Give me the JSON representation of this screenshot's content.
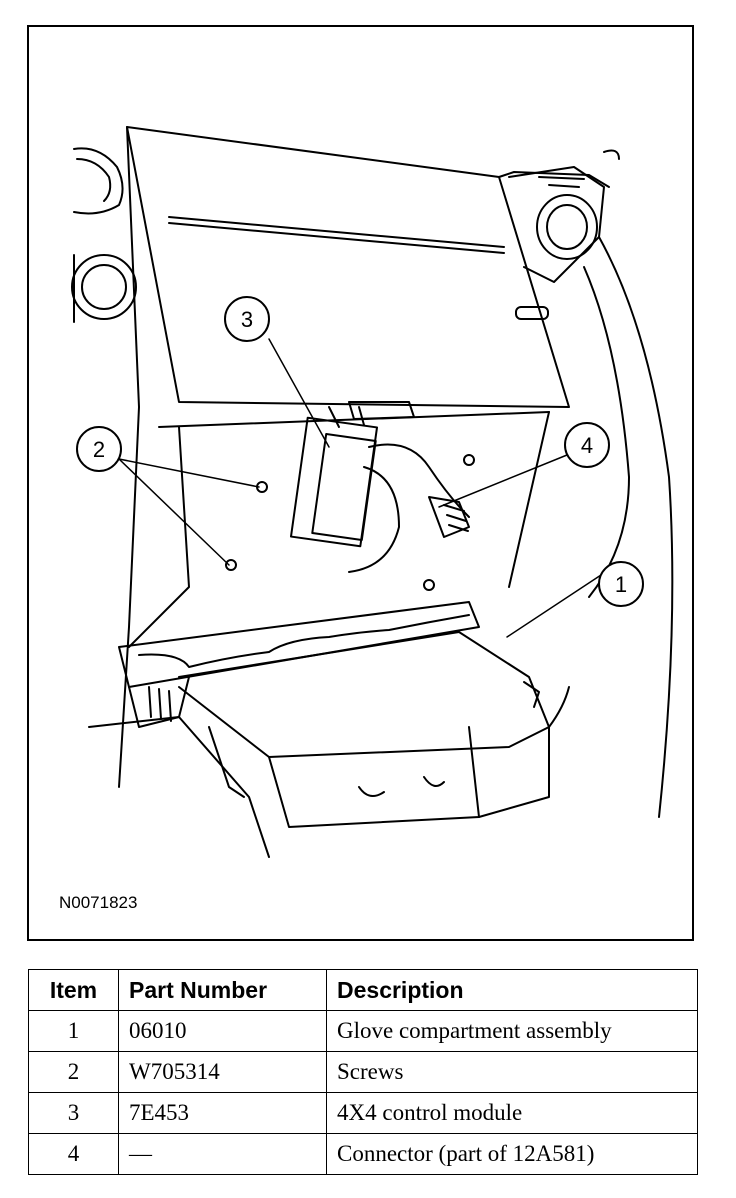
{
  "figure": {
    "id_label": "N0071823",
    "callouts": [
      "1",
      "2",
      "3",
      "4"
    ]
  },
  "table": {
    "headers": [
      "Item",
      "Part Number",
      "Description"
    ],
    "rows": [
      {
        "item": "1",
        "part_number": "06010",
        "description": "Glove compartment assembly"
      },
      {
        "item": "2",
        "part_number": "W705314",
        "description": "Screws"
      },
      {
        "item": "3",
        "part_number": "7E453",
        "description": "4X4 control module"
      },
      {
        "item": "4",
        "part_number": "—",
        "description": "Connector (part of 12A581)"
      }
    ]
  }
}
